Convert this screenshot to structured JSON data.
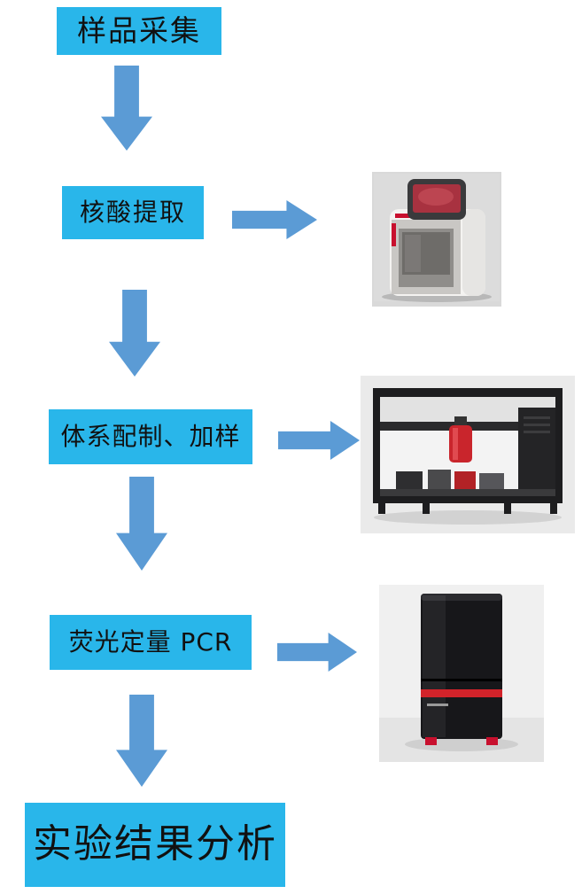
{
  "colors": {
    "page_bg": "#FFFFFF",
    "box_fill": "#29B6EA",
    "arrow_fill": "#5B9BD5",
    "box_text": "#111111"
  },
  "flow": {
    "steps": [
      {
        "id": "sample-collection",
        "label": "样品采集"
      },
      {
        "id": "nucleic-acid-extraction",
        "label": "核酸提取"
      },
      {
        "id": "system-prep-and-loading",
        "label": "体系配制、加样"
      },
      {
        "id": "fluorescent-qpcr",
        "label": "荧光定量 PCR"
      },
      {
        "id": "result-analysis",
        "label": "实验结果分析"
      }
    ],
    "equipment": [
      {
        "name": "nucleic-acid-extractor-photo",
        "linked_step": "核酸提取"
      },
      {
        "name": "liquid-handling-workstation-photo",
        "linked_step": "体系配制、加样"
      },
      {
        "name": "realtime-qpcr-instrument-photo",
        "linked_step": "荧光定量 PCR"
      }
    ]
  }
}
